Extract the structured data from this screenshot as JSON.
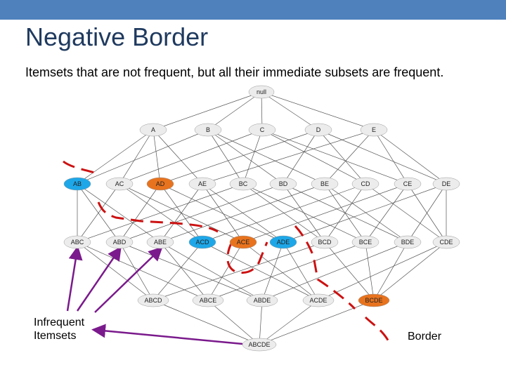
{
  "slide": {
    "title": "Negative Border",
    "subtitle": "Itemsets that are not frequent, but all their immediate subsets are frequent.",
    "infrequent_label": [
      "Infrequent",
      "Itemsets"
    ],
    "border_label": "Border"
  },
  "colors": {
    "header_bar": "#4f81bd",
    "frequent_node": "#1ea7e8",
    "negative_border_node": "#e8731e",
    "normal_node": "#ececec",
    "border_dash": "#cc1111",
    "arrow": "#7a1a8c"
  },
  "lattice": {
    "levels": [
      [
        "null"
      ],
      [
        "A",
        "B",
        "C",
        "D",
        "E"
      ],
      [
        "AB",
        "AC",
        "AD",
        "AE",
        "BC",
        "BD",
        "BE",
        "CD",
        "CE",
        "DE"
      ],
      [
        "ABC",
        "ABD",
        "ABE",
        "ACD",
        "ACE",
        "ADE",
        "BCD",
        "BCE",
        "BDE",
        "CDE"
      ],
      [
        "ABCD",
        "ABCE",
        "ABDE",
        "ACDE",
        "BCDE"
      ],
      [
        "ABCDE"
      ]
    ],
    "frequent_highlight": [
      "AB",
      "ACD",
      "ADE"
    ],
    "negative_border_highlight": [
      "AD",
      "ACE",
      "BCDE"
    ]
  }
}
